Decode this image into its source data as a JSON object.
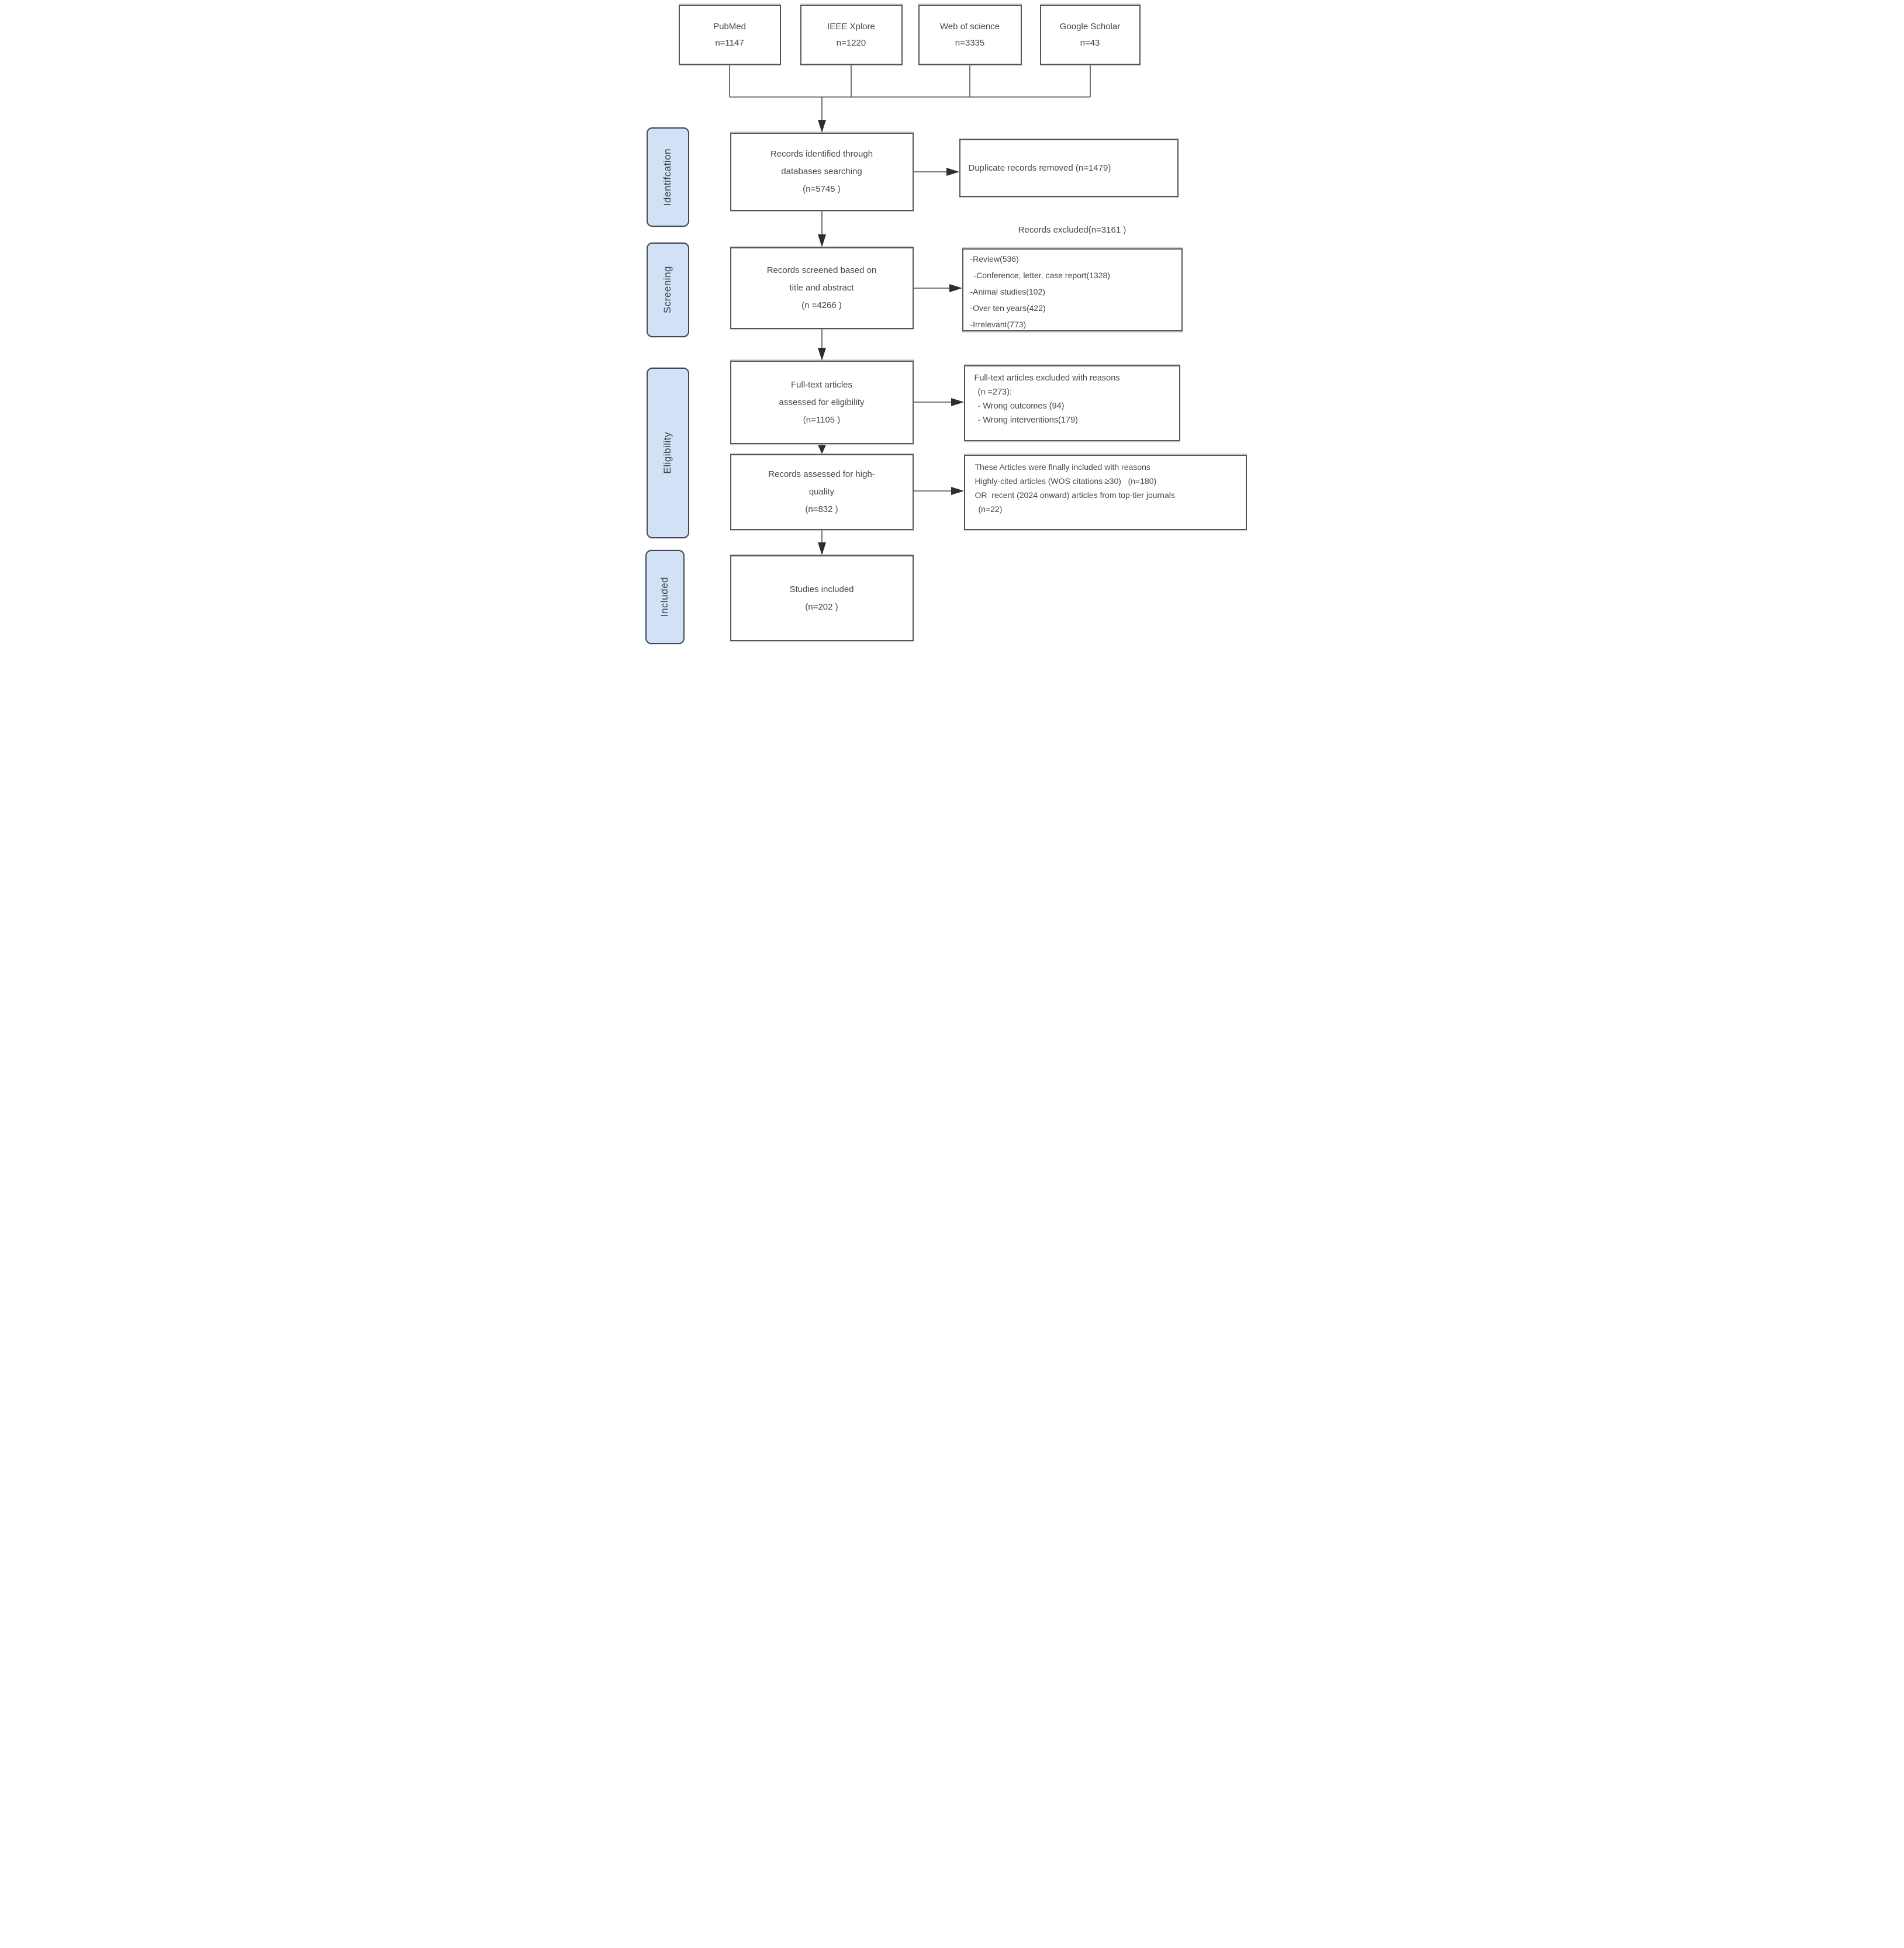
{
  "sources": [
    {
      "name": "PubMed",
      "n": "n=1147"
    },
    {
      "name": "IEEE Xplore",
      "n": "n=1220"
    },
    {
      "name": "Web of science",
      "n": "n=3335"
    },
    {
      "name": "Google Scholar",
      "n": "n=43"
    }
  ],
  "stages": [
    "Identifcation",
    "Screening",
    "Eligibility",
    "Included"
  ],
  "main_flow": [
    {
      "lines": [
        "Records identified through",
        "databases searching",
        "(n=5745 )"
      ]
    },
    {
      "lines": [
        "Records screened based on",
        "title and abstract",
        "(n =4266 )"
      ]
    },
    {
      "lines": [
        "Full-text articles",
        "assessed for eligibility",
        "(n=1105 )"
      ]
    },
    {
      "lines": [
        "Records assessed for high-",
        "quality",
        "(n=832 )"
      ]
    },
    {
      "lines": [
        "Studies included",
        "(n=202 )"
      ]
    }
  ],
  "side_notes": {
    "duplicates_removed": "Duplicate records removed (n=1479)",
    "records_excluded_title": "Records excluded(n=3161 )",
    "records_excluded_items": [
      "-Review(536)",
      "-Conference, letter, case report(1328)",
      "-Animal studies(102)",
      "-Over ten years(422)",
      "-Irrelevant(773)"
    ],
    "fulltext_excluded_lines": [
      "Full-text articles excluded with reasons",
      "(n =273):",
      "- Wrong outcomes (94)",
      "- Wrong interventions(179)"
    ],
    "finally_included_lines": [
      "These Articles were finally included with reasons",
      "Highly-cited articles (WOS citations ≥30)   (n=180)",
      "OR  recent (2024 onward) articles from top-tier journals",
      "(n=22)"
    ]
  }
}
